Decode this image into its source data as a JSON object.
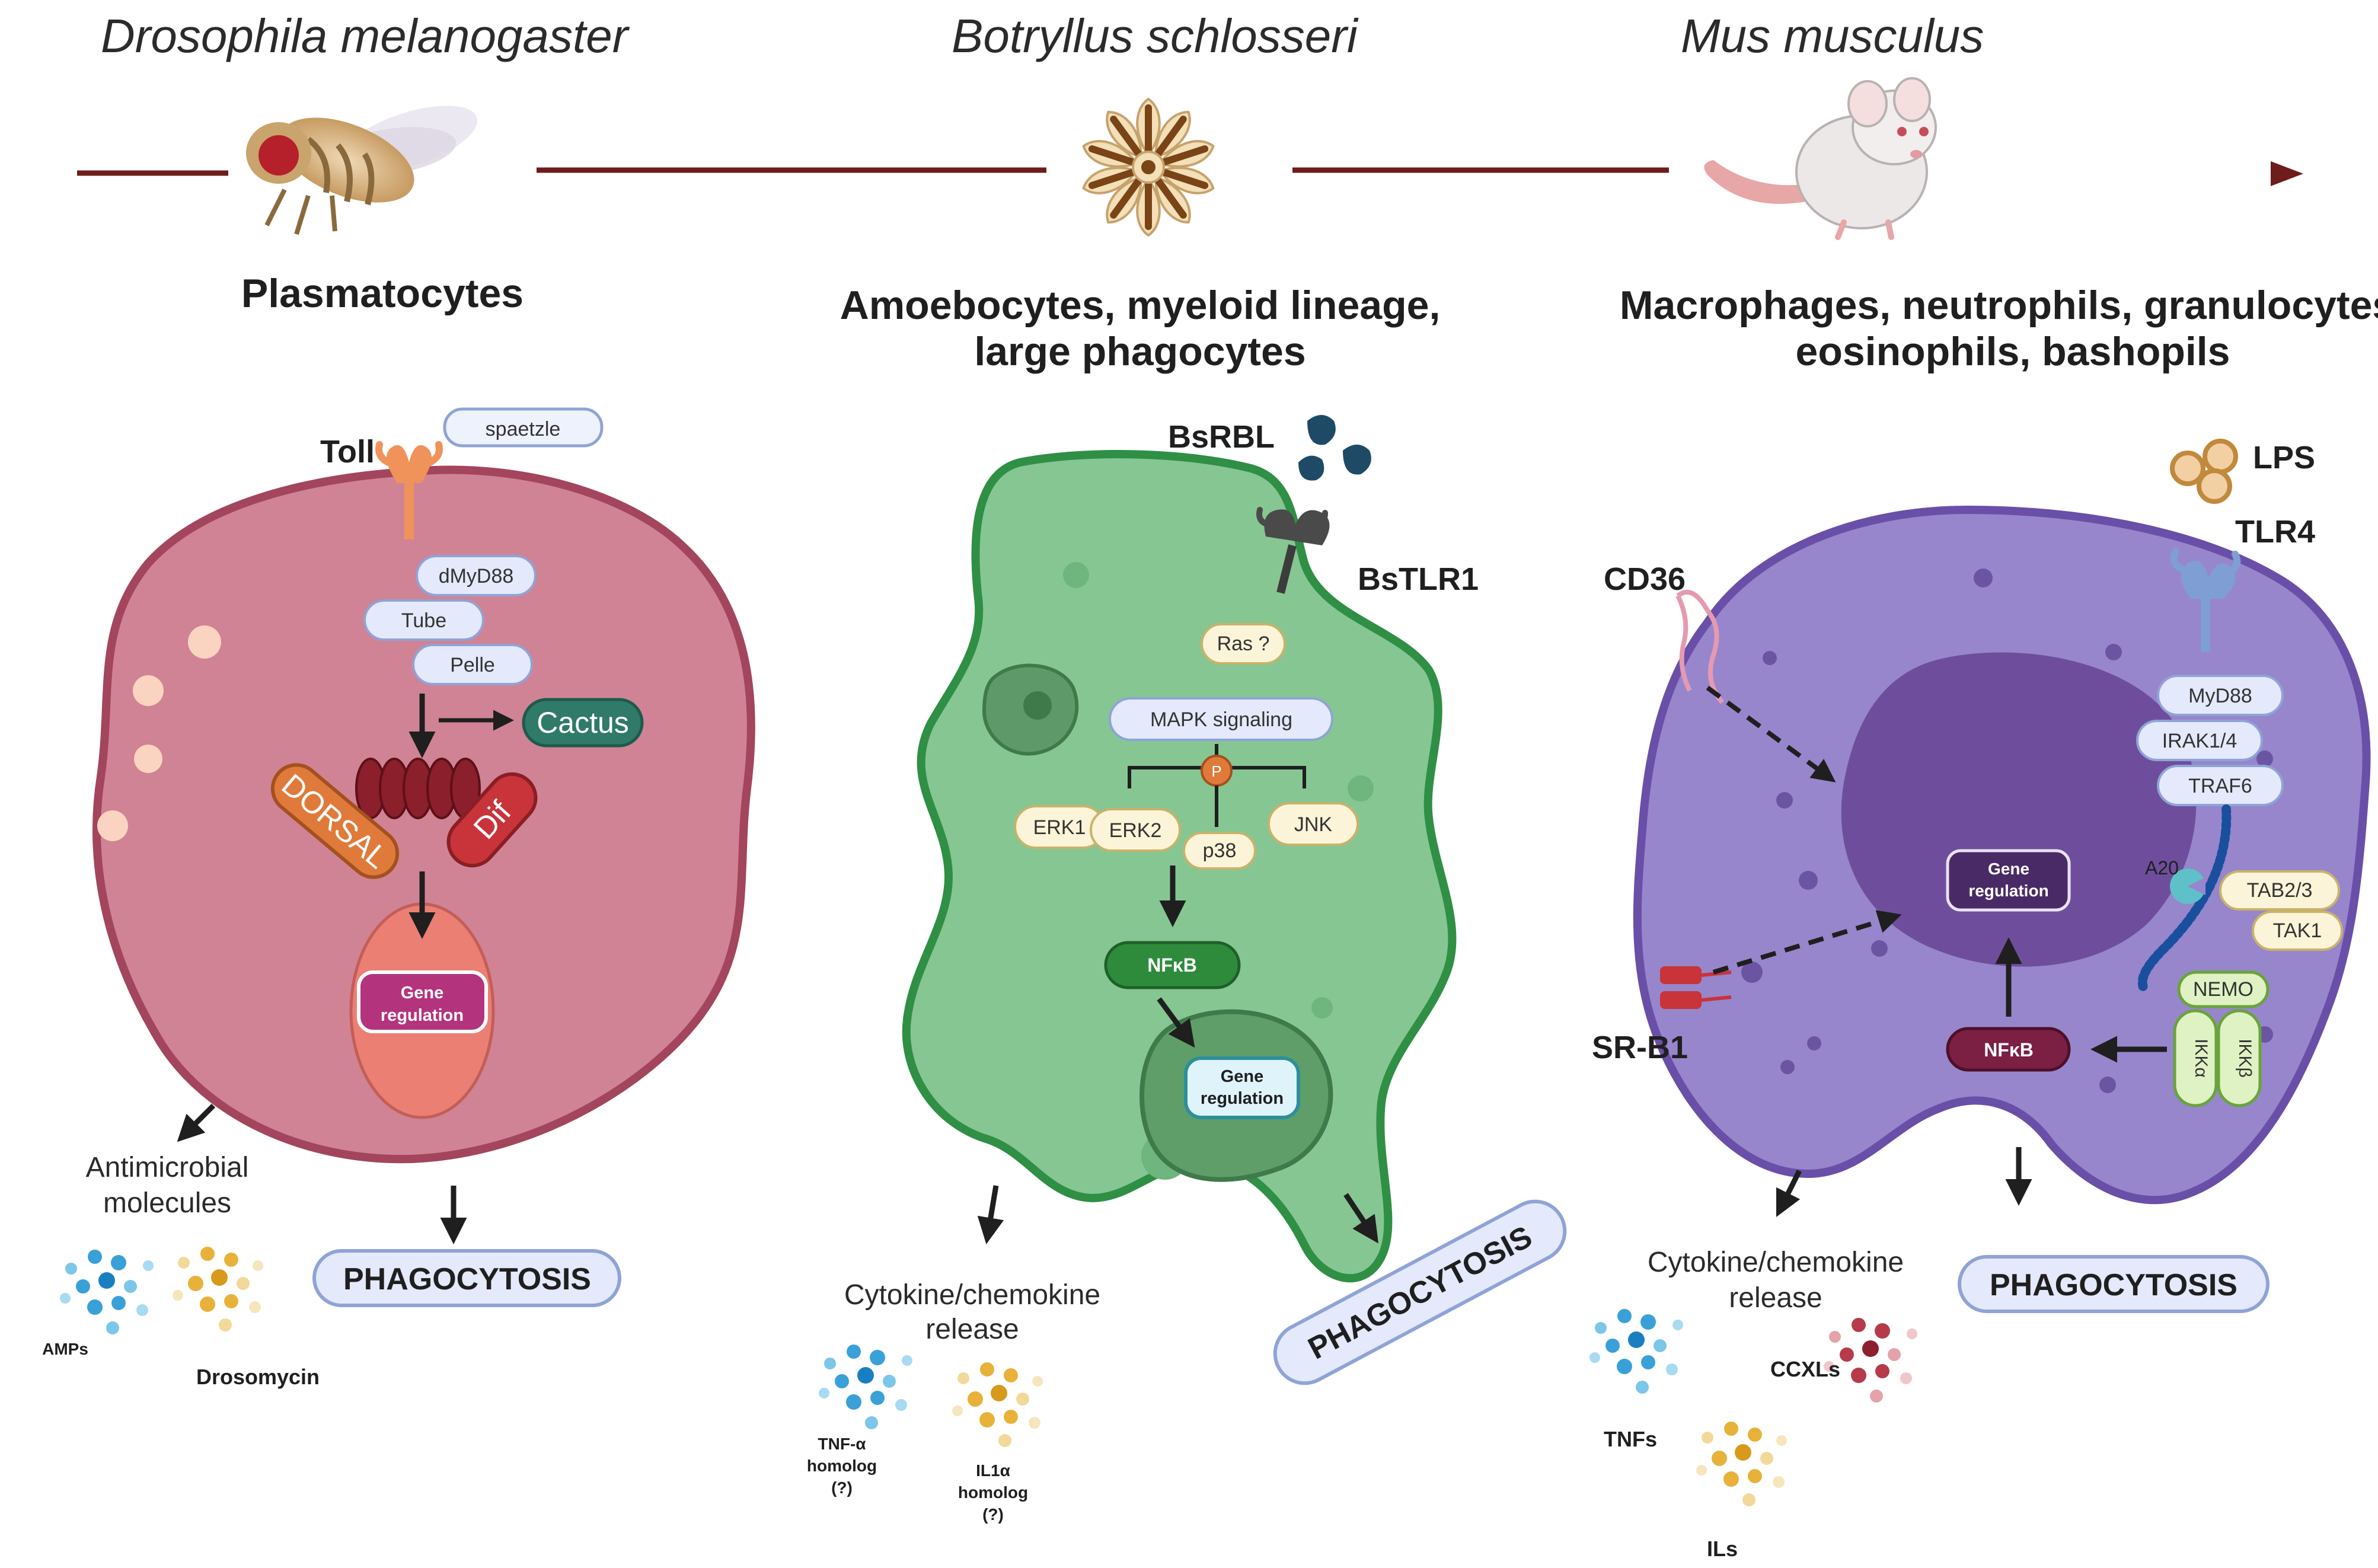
{
  "colors": {
    "timeline": "#6e1c1c",
    "fly_cell": "#d08394",
    "fly_border": "#a3455d",
    "tunicate_cell": "#86c692",
    "tunicate_border": "#2f8f45",
    "mouse_cell": "#9786cc",
    "mouse_border": "#6a4fa8",
    "pill_blue": "#e4e9fb",
    "pill_yellow": "#fbf4d8",
    "amp_blue": "#3aa0d8",
    "il_yellow": "#e8b23a",
    "ccxl_red": "#b63a4a"
  },
  "columns": {
    "fly": {
      "species": "Drosophila melanogaster",
      "cell_type": "Plasmatocytes",
      "receptor": "Toll",
      "ligand": "spaetzle",
      "pathway": [
        "dMyD88",
        "Tube",
        "Pelle"
      ],
      "inhibitor": "Cactus",
      "tf_left": "DORSAL",
      "tf_right": "Dif",
      "gene_reg": [
        "Gene",
        "regulation"
      ],
      "outputs_title": [
        "Antimicrobial",
        "molecules"
      ],
      "molecule_1": "AMPs",
      "molecule_2": "Drosomycin",
      "phagocytosis": "PHAGOCYTOSIS"
    },
    "tunicate": {
      "species": "Botryllus schlosseri",
      "cell_type": [
        "Amoebocytes, myeloid lineage,",
        "large phagocytes"
      ],
      "ligand": "BsRBL",
      "receptor": "BsTLR1",
      "ras": "Ras ?",
      "mapk": "MAPK signaling",
      "phospho": "P",
      "kinases": [
        "ERK1",
        "ERK2",
        "p38",
        "JNK"
      ],
      "nfkb": "NFκB",
      "gene_reg": [
        "Gene",
        "regulation"
      ],
      "outputs_title": [
        "Cytokine/chemokine",
        "release"
      ],
      "molecule_1": [
        "TNF-α",
        "homolog",
        "(?)"
      ],
      "molecule_2": [
        "IL1α",
        "homolog",
        "(?)"
      ],
      "phagocytosis": "PHAGOCYTOSIS"
    },
    "mouse": {
      "species": "Mus musculus",
      "cell_type": [
        "Macrophages, neutrophils, granulocytes,",
        "eosinophils, bashopils"
      ],
      "ligand": "LPS",
      "receptor": "TLR4",
      "receptor_2": "CD36",
      "receptor_3": "SR-B1",
      "pathway": [
        "MyD88",
        "IRAK1/4",
        "TRAF6"
      ],
      "a20": "A20",
      "tab": [
        "TAB2/3",
        "TAK1"
      ],
      "nemo": "NEMO",
      "ikk": [
        "IKKα",
        "IKKβ"
      ],
      "nfkb": "NFκB",
      "gene_reg": [
        "Gene",
        "regulation"
      ],
      "outputs_title": [
        "Cytokine/chemokine",
        "release"
      ],
      "molecule_1": "TNFs",
      "molecule_2": "ILs",
      "molecule_3": "CCXLs",
      "phagocytosis": "PHAGOCYTOSIS"
    }
  }
}
